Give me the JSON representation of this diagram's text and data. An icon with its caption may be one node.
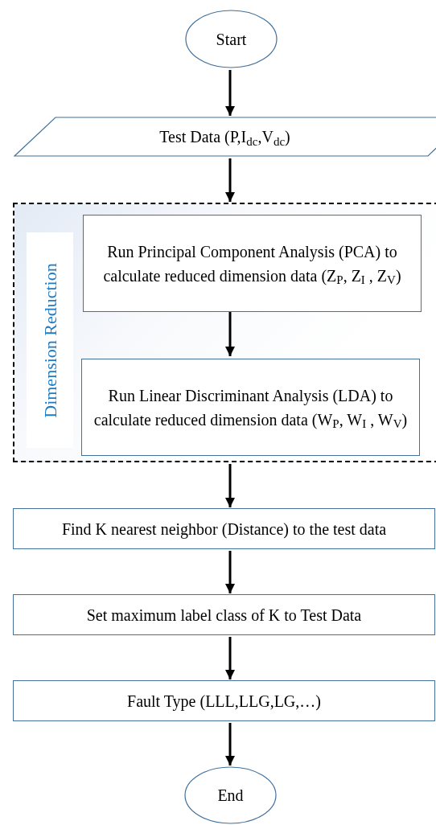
{
  "diagram": {
    "nodes": [
      {
        "text": [
          "Start"
        ]
      },
      {
        "text": [
          "Test Data (P,I$_{dc}$,V$_{dc}$)"
        ]
      },
      {
        "text": [
          "Dimension Reduction"
        ]
      },
      {
        "text": [
          "Run Principal Component Analysis (PCA) to calculate reduced dimension data (Z$_{P}$, Z$_{I}$ , Z$_{V}$)"
        ],
        "in": 2
      },
      {
        "text": [
          "Run Linear Discriminant Analysis (LDA) to calculate reduced dimension data (W$_{P}$, W$_{I}$ , W$_{V}$)"
        ],
        "in": 2
      },
      {
        "text": [
          "Find K nearest neighbor (Distance) to the test data"
        ]
      },
      {
        "text": [
          "Set maximum label class of K to Test Data"
        ]
      },
      {
        "text": [
          "Fault Type (LLL,LLG,LG,…)"
        ]
      },
      {
        "text": [
          "End"
        ]
      }
    ],
    "edges": [
      {
        "from": 0,
        "to": 1,
        "arrow": "to"
      },
      {
        "from": 1,
        "to": 2,
        "arrow": "to"
      },
      {
        "from": 3,
        "to": 4,
        "arrow": "to"
      },
      {
        "from": 2,
        "to": 5,
        "arrow": "to"
      },
      {
        "from": 5,
        "to": 6,
        "arrow": "to"
      },
      {
        "from": 6,
        "to": 7,
        "arrow": "to"
      },
      {
        "from": 7,
        "to": 8,
        "arrow": "to"
      }
    ]
  }
}
